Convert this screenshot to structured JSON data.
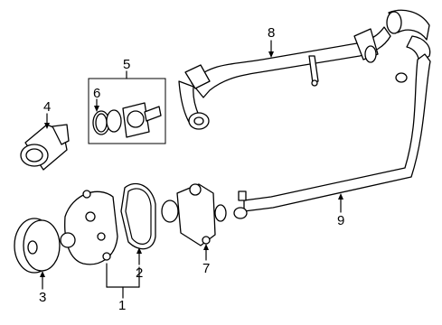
{
  "callouts": {
    "part_1": "1",
    "part_2": "2",
    "part_3": "3",
    "part_4": "4",
    "part_5": "5",
    "part_6": "6",
    "part_7": "7",
    "part_8": "8",
    "part_9": "9"
  }
}
